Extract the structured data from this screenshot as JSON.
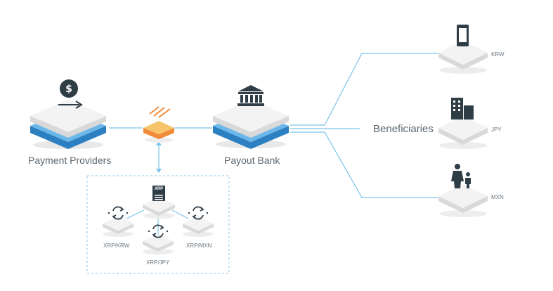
{
  "nodes": {
    "payment_providers": {
      "label": "Payment Providers"
    },
    "payout_bank": {
      "label": "Payout Bank"
    },
    "beneficiaries": {
      "label": "Beneficiaries"
    },
    "krw": {
      "currency": "KRW",
      "icon": "smartphone-icon"
    },
    "jpy": {
      "currency": "JPY",
      "icon": "buildings-icon"
    },
    "mxn": {
      "currency": "MXN",
      "icon": "family-icon"
    }
  },
  "exchange": {
    "xrp_badge": "XRP",
    "pairs": [
      {
        "label": "XRP/KRW"
      },
      {
        "label": "XRP/JPY"
      },
      {
        "label": "XRP/MXN"
      }
    ]
  },
  "colors": {
    "line": "#7cc4e8",
    "platform_top": "#f1f1f1",
    "platform_side": "#d9d9d9",
    "blue_band": "#3d93d5",
    "blue_band_light": "#6cb7ea",
    "orange_top": "#f6c56b",
    "orange_side": "#f18a3a",
    "icon_dark": "#2f3d47"
  }
}
